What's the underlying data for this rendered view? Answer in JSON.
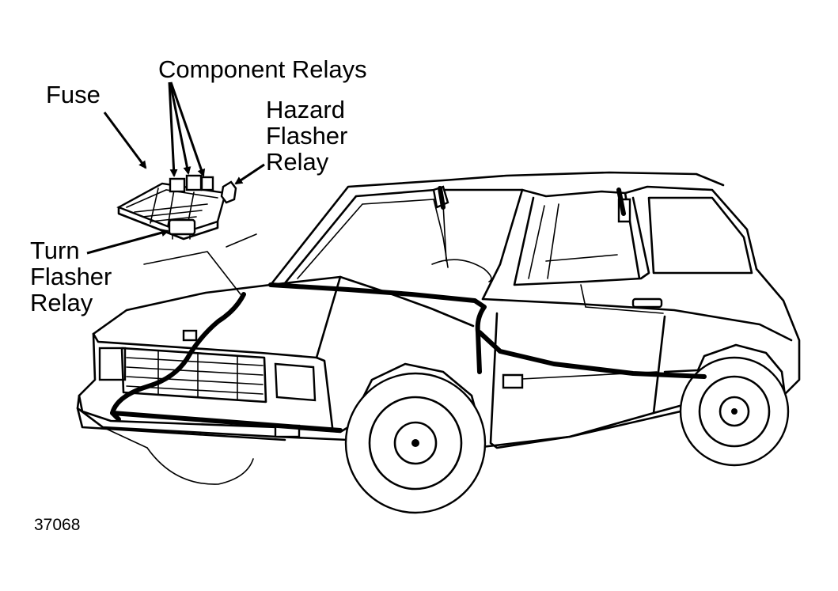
{
  "labels": {
    "component_relays": "Component Relays",
    "fuse": "Fuse",
    "hazard_flasher_relay": [
      "Hazard",
      "Flasher",
      "Relay"
    ],
    "turn_flasher_relay": [
      "Turn",
      "Flasher",
      "Relay"
    ]
  },
  "figure_number": "37068",
  "colors": {
    "ink": "#000000",
    "paper": "#ffffff"
  }
}
